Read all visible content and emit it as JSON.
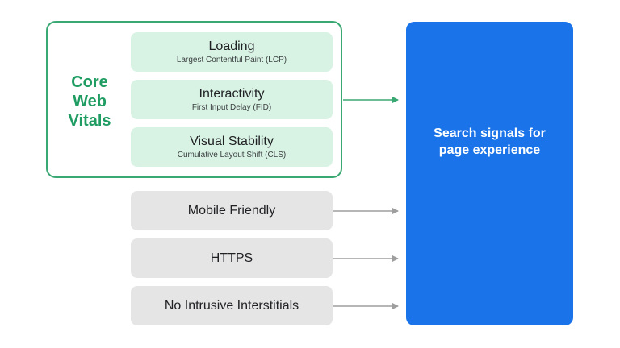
{
  "core_web_vitals": {
    "label_lines": [
      "Core",
      "Web",
      "Vitals"
    ],
    "metrics": [
      {
        "title": "Loading",
        "subtitle": "Largest Contentful Paint (LCP)"
      },
      {
        "title": "Interactivity",
        "subtitle": "First Input Delay (FID)"
      },
      {
        "title": "Visual Stability",
        "subtitle": "Cumulative Layout Shift (CLS)"
      }
    ]
  },
  "other_signals": [
    {
      "label": "Mobile Friendly"
    },
    {
      "label": "HTTPS"
    },
    {
      "label": "No Intrusive Interstitials"
    }
  ],
  "target": {
    "label": "Search signals for page experience"
  },
  "colors": {
    "green_border": "#3aa873",
    "green_text": "#1e9c62",
    "green_fill": "#d8f3e4",
    "gray_fill": "#e5e5e5",
    "blue": "#1a73e8",
    "gray_arrow": "#9e9e9e"
  }
}
